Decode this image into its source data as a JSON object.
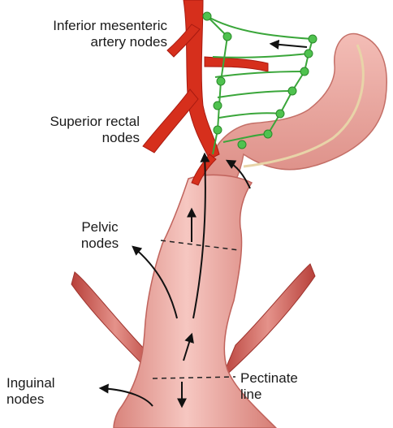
{
  "labels": {
    "inferior_mesenteric": [
      "Inferior mesenteric",
      "artery nodes"
    ],
    "superior_rectal": [
      "Superior rectal",
      "nodes"
    ],
    "pelvic": [
      "Pelvic",
      "nodes"
    ],
    "inguinal": [
      "Inguinal",
      "nodes"
    ],
    "pectinate": [
      "Pectinate",
      "line"
    ]
  },
  "colors": {
    "artery": "#d62f1c",
    "artery_dark": "#a81a10",
    "lymph": "#3aa63a",
    "lymph_node": "#4fc24f",
    "tissue": "#e99a93",
    "tissue_light": "#f5c3bd",
    "tissue_dark": "#c8706a",
    "muscle": "#c9504a",
    "arrow": "#111111"
  }
}
